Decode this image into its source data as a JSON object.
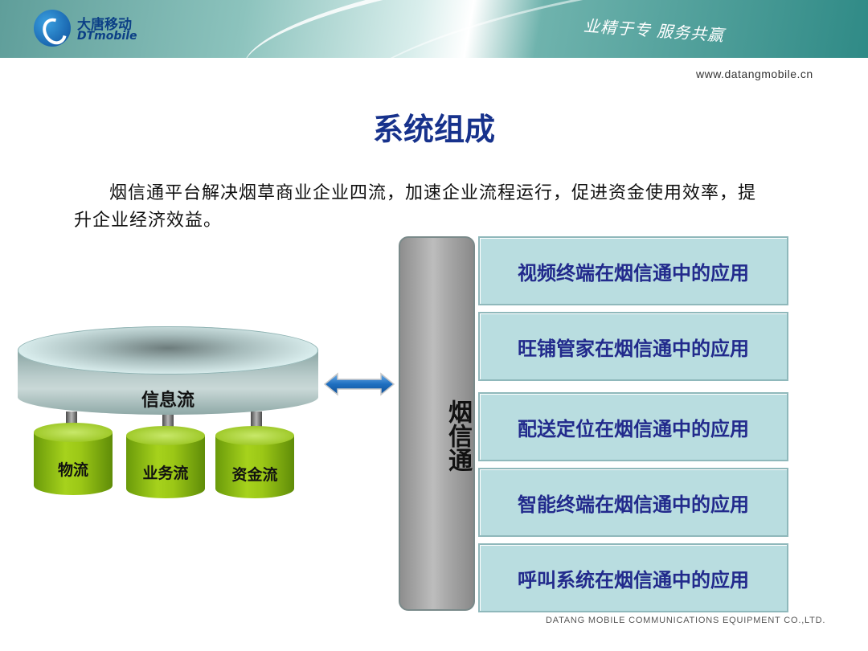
{
  "header": {
    "logo_cn": "大唐移动",
    "logo_en": "DTmobile",
    "slogan": "业精于专 服务共赢",
    "website": "www.datangmobile.cn"
  },
  "main": {
    "title": "系统组成",
    "intro": "烟信通平台解决烟草商业企业四流，加速企业流程运行，促进资金使用效率，提升企业经济效益。"
  },
  "diagram": {
    "hub_label": "信息流",
    "cylinders": [
      "物流",
      "业务流",
      "资金流"
    ],
    "platform_label": "烟信通",
    "applications": [
      "视频终端在烟信通中的应用",
      "旺铺管家在烟信通中的应用",
      "配送定位在烟信通中的应用",
      "智能终端在烟信通中的应用",
      "呼叫系统在烟信通中的应用"
    ]
  },
  "footer": {
    "company": "DATANG MOBILE COMMUNICATIONS EQUIPMENT CO.,LTD."
  },
  "colors": {
    "title": "#17328c",
    "app_box_bg": "#b9dde0",
    "app_text": "#222a8c",
    "cylinder_green": "#9bc716",
    "arrow_blue": "#1f6fc0"
  }
}
